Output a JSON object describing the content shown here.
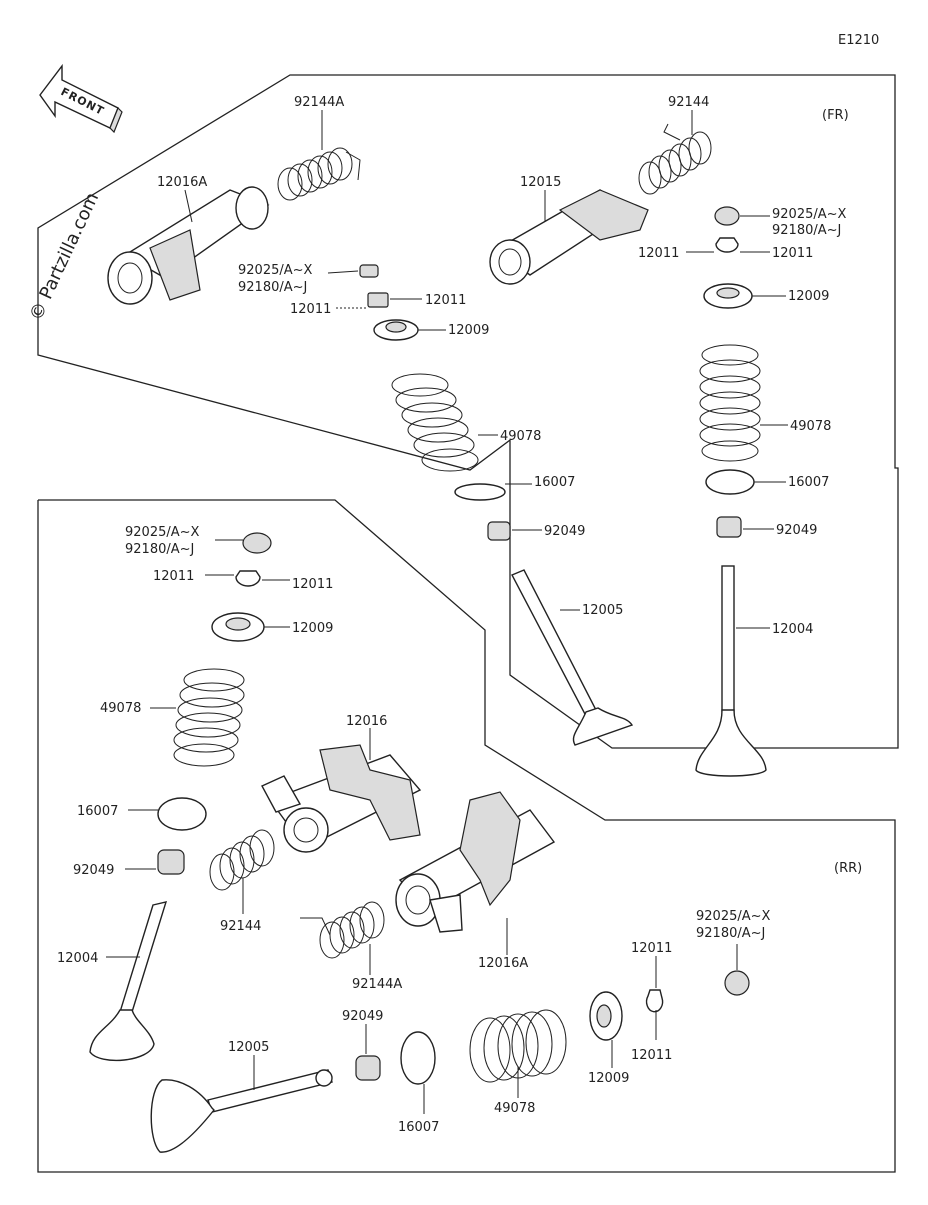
{
  "diagram_code": "E1210",
  "watermark": "© Partzilla.com",
  "front_arrow": "FRONT",
  "sections": {
    "front": "(FR)",
    "rear": "(RR)"
  },
  "labels": {
    "fr_92144A": "92144A",
    "fr_12016A": "12016A",
    "fr_92025_l": "92025/A~X",
    "fr_92180_l": "92180/A~J",
    "fr_12011_l1": "12011",
    "fr_12011_l2": "12011",
    "fr_12009_l": "12009",
    "fr_49078_l": "49078",
    "fr_16007_l": "16007",
    "fr_92049_l": "92049",
    "fr_12005": "12005",
    "fr_92144": "92144",
    "fr_12015": "12015",
    "fr_92025_r": "92025/A~X",
    "fr_92180_r": "92180/A~J",
    "fr_12011_r1": "12011",
    "fr_12011_r2": "12011",
    "fr_12009_r": "12009",
    "fr_49078_r": "49078",
    "fr_16007_r": "16007",
    "fr_92049_r": "92049",
    "fr_12004": "12004",
    "rr_92025": "92025/A~X",
    "rr_92180": "92180/A~J",
    "rr_12011_a": "12011",
    "rr_12011_b": "12011",
    "rr_12009": "12009",
    "rr_49078": "49078",
    "rr_16007": "16007",
    "rr_92049": "92049",
    "rr_12004": "12004",
    "rr_12016": "12016",
    "rr_92144": "92144",
    "rr_92144A": "92144A",
    "rr_12016A": "12016A",
    "rr_12005": "12005",
    "rr_92049_b": "92049",
    "rr_16007_b": "16007",
    "rr_49078_b": "49078",
    "rr_12009_b": "12009",
    "rr_12011_c": "12011",
    "rr_12011_d": "12011",
    "rr_92025_b": "92025/A~X",
    "rr_92180_b": "92180/A~J"
  }
}
